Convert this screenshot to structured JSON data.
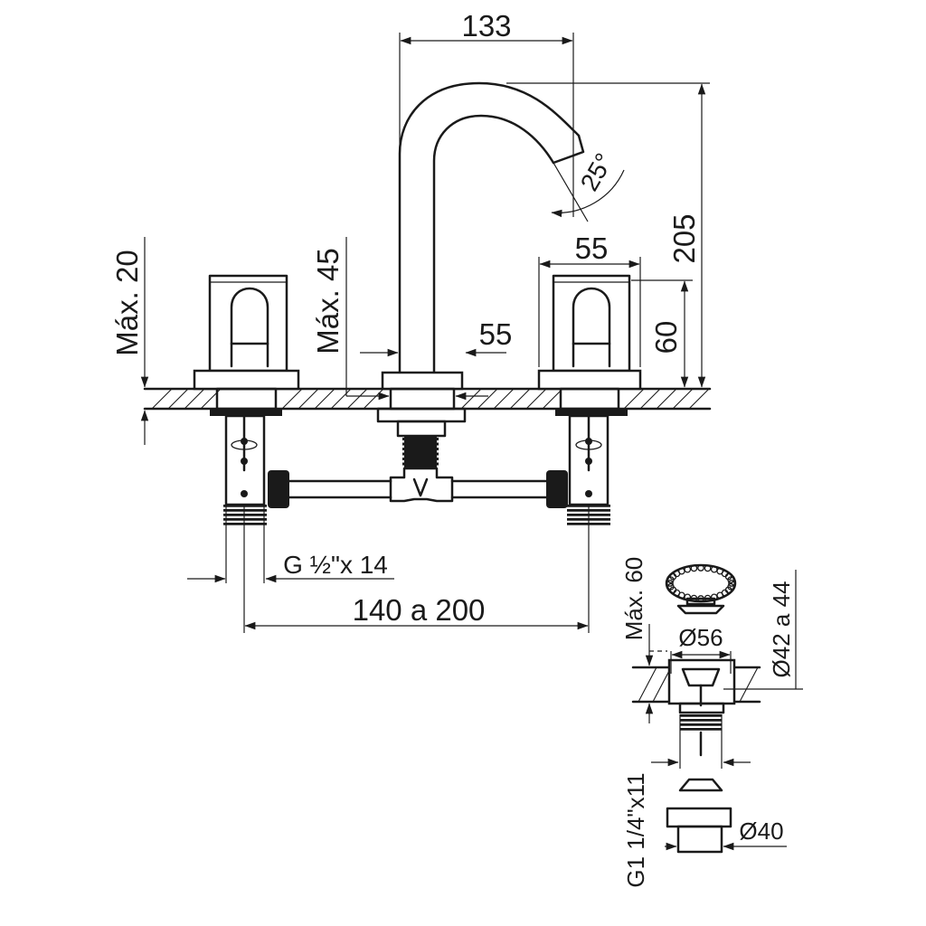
{
  "dimensions": {
    "spout_reach": "133",
    "spout_angle": "25°",
    "total_height": "205",
    "handle_width": "55",
    "handle_height": "60",
    "spout_base_width": "55",
    "max_handle_thickness": "Máx. 20",
    "max_spout_thickness": "Máx. 45",
    "connection_thread": "G ½\"x 14",
    "spread": "140 a 200",
    "drain_max_thickness": "Máx. 60",
    "drain_flange_diameter": "Ø56",
    "drain_hole_diameter": "Ø42 a 44",
    "drain_thread": "G1 1/4\"x11",
    "drain_nut_diameter": "Ø40"
  }
}
